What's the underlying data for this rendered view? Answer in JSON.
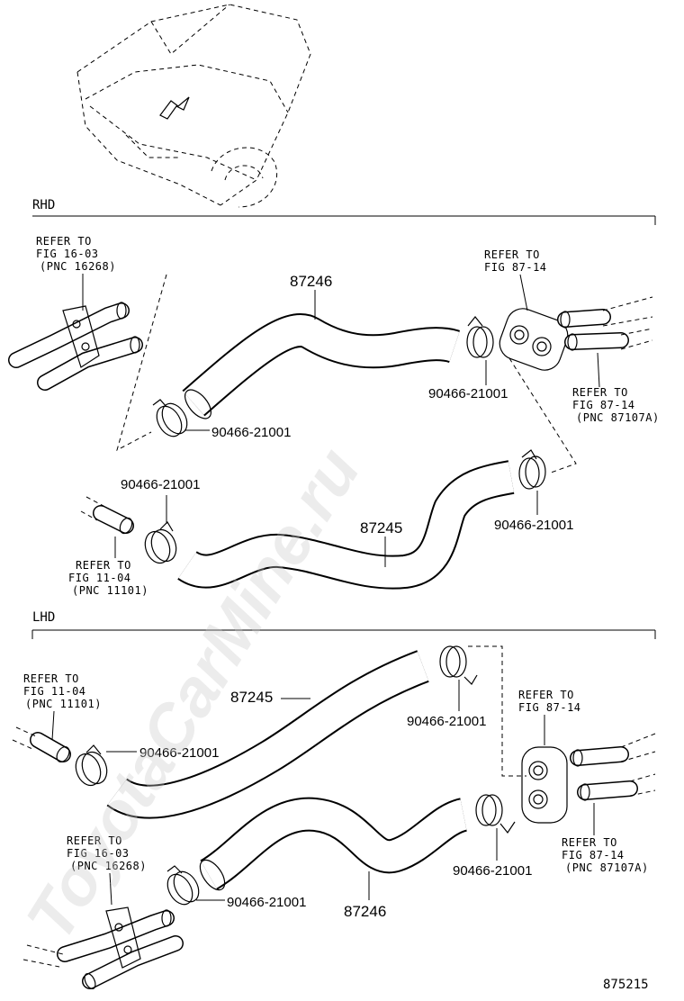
{
  "sections": {
    "rhd": "RHD",
    "lhd": "LHD"
  },
  "watermark": "ToyotaCarMine.ru",
  "figure_number": "875215",
  "rhd": {
    "hose_upper": "87246",
    "hose_lower": "87245",
    "clamp_a": "90466-21001",
    "clamp_b": "90466-21001",
    "clamp_c": "90466-21001",
    "clamp_d": "90466-21001",
    "refer_16_03": [
      "REFER TO",
      "FIG 16-03",
      "(PNC 16268)"
    ],
    "refer_87_14_top": [
      "REFER TO",
      "FIG 87-14"
    ],
    "refer_87_14_pnc": [
      "REFER TO",
      "FIG 87-14",
      "(PNC 87107A)"
    ],
    "refer_11_04": [
      "REFER TO",
      "FIG 11-04",
      "(PNC 11101)"
    ]
  },
  "lhd": {
    "hose_upper": "87245",
    "hose_lower": "87246",
    "clamp_a": "90466-21001",
    "clamp_b": "90466-21001",
    "clamp_c": "90466-21001",
    "clamp_d": "90466-21001",
    "refer_11_04": [
      "REFER TO",
      "FIG 11-04",
      "(PNC 11101)"
    ],
    "refer_87_14_top": [
      "REFER TO",
      "FIG 87-14"
    ],
    "refer_16_03": [
      "REFER TO",
      "FIG 16-03",
      "(PNC 16268)"
    ],
    "refer_87_14_pnc": [
      "REFER TO",
      "FIG 87-14",
      "(PNC 87107A)"
    ]
  }
}
